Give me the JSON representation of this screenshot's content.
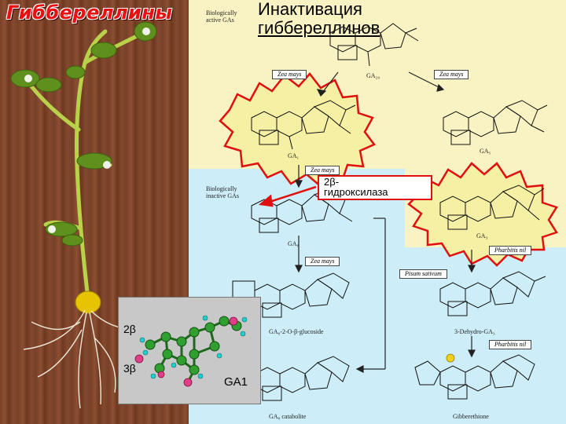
{
  "title": "Гиббереллины",
  "heading_line1": "Инактивация",
  "heading_line2": "гиббереллинов",
  "bio_active": [
    "Biologically",
    "active GAs"
  ],
  "bio_inactive": [
    "Biologically",
    "inactive GAs"
  ],
  "species": {
    "zea1": "Zea mays",
    "zea2": "Zea mays",
    "zea3": "Zea mays",
    "zea4": "Zea mays",
    "pharbitis1": "Pharbitis nil",
    "pisum": "Pisum sativum",
    "pharbitis2": "Pharbitis nil"
  },
  "compounds": {
    "ga20": "GA₂₀",
    "ga1": "GA₁",
    "ga5": "GA₅",
    "ga8": "GA₈",
    "ga3": "GA₃",
    "ga8_glucoside": "GA₈-2-O-β-glucoside",
    "dehydro": "3-Dehydro-GA₃",
    "catabolite": "GA₈ catabolite",
    "gibberethione": "Gibberethione"
  },
  "hydroxylase": [
    "2β-",
    "гидроксилаза"
  ],
  "molecule": {
    "label_2b": "2β",
    "label_3b": "3β",
    "label_ga1": "GA1"
  },
  "colors": {
    "title_red": "#e81010",
    "highlight_red": "#e01010",
    "highlight_fill": "#f6f0a4",
    "yellow_bg": "#f9f2c3",
    "blue_bg": "#cdeef8"
  }
}
